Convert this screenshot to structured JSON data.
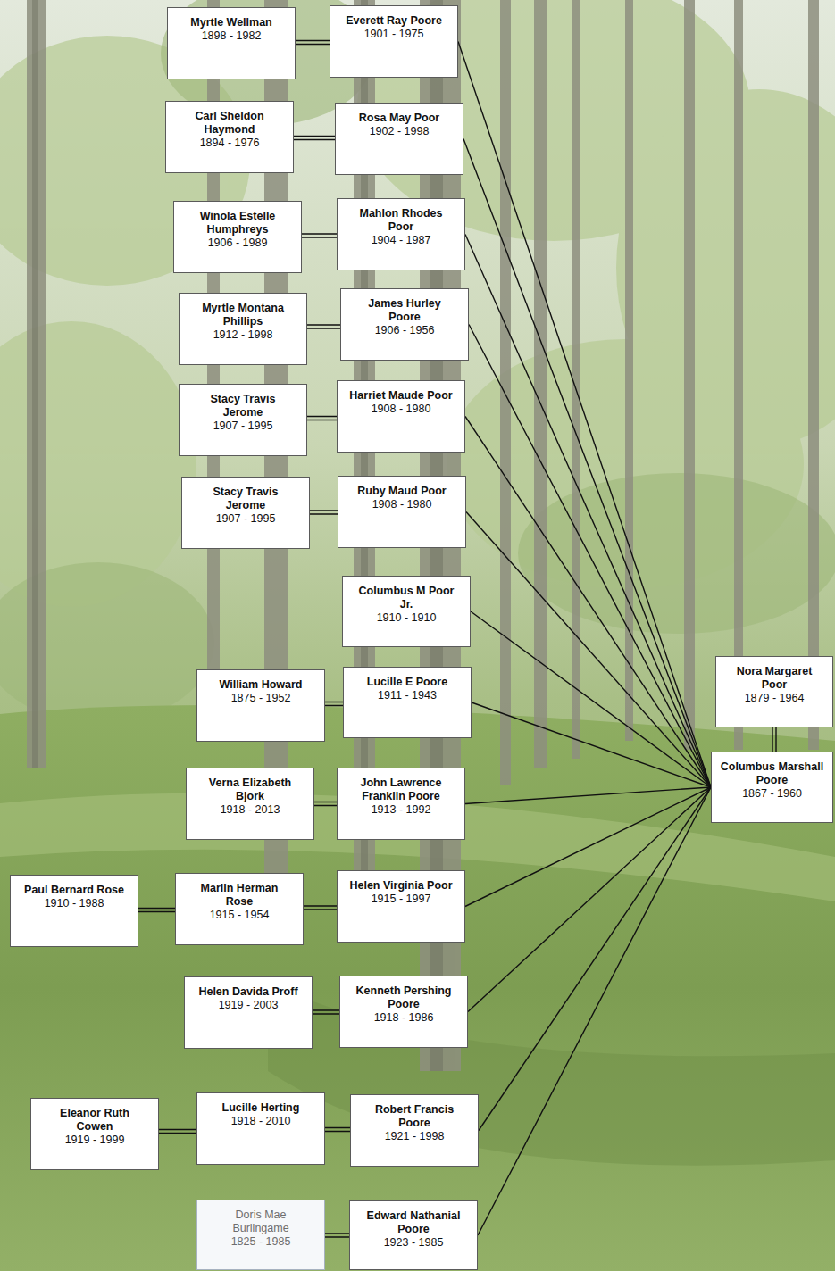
{
  "diagram": {
    "nodes": [
      {
        "text": [
          "Myrtle Wellman",
          "1898 - 1982"
        ]
      },
      {
        "text": [
          "Everett Ray Poore",
          "1901 - 1975"
        ]
      },
      {
        "text": [
          "Carl Sheldon Haymond",
          "1894 - 1976"
        ]
      },
      {
        "text": [
          "Rosa May Poor",
          "1902 - 1998"
        ]
      },
      {
        "text": [
          "Winola Estelle Humphreys",
          "1906 - 1989"
        ]
      },
      {
        "text": [
          "Mahlon Rhodes Poor",
          "1904 - 1987"
        ]
      },
      {
        "text": [
          "Myrtle Montana Phillips",
          "1912 - 1998"
        ]
      },
      {
        "text": [
          "James Hurley Poore",
          "1906 - 1956"
        ]
      },
      {
        "text": [
          "Stacy Travis Jerome",
          "1907 - 1995"
        ]
      },
      {
        "text": [
          "Harriet Maude Poor",
          "1908 - 1980"
        ]
      },
      {
        "text": [
          "Stacy Travis Jerome",
          "1907 - 1995"
        ]
      },
      {
        "text": [
          "Ruby Maud Poor",
          "1908 - 1980"
        ]
      },
      {
        "text": [
          "Columbus M Poor Jr.",
          "1910 - 1910"
        ]
      },
      {
        "text": [
          "William Howard",
          "1875 - 1952"
        ]
      },
      {
        "text": [
          "Lucille E Poore",
          "1911 - 1943"
        ]
      },
      {
        "text": [
          "Verna Elizabeth Bjork",
          "1918 - 2013"
        ]
      },
      {
        "text": [
          "John Lawrence Franklin Poore",
          "1913 - 1992"
        ]
      },
      {
        "text": [
          "Paul Bernard Rose",
          "1910 - 1988"
        ]
      },
      {
        "text": [
          "Marlin Herman Rose",
          "1915 - 1954"
        ]
      },
      {
        "text": [
          "Helen Virginia Poor",
          "1915 - 1997"
        ]
      },
      {
        "text": [
          "Helen Davida Proff",
          "1919 - 2003"
        ]
      },
      {
        "text": [
          "Kenneth Pershing Poore",
          "1918 - 1986"
        ]
      },
      {
        "text": [
          "Eleanor Ruth Cowen",
          "1919 - 1999"
        ]
      },
      {
        "text": [
          "Lucille Herting",
          "1918 - 2010"
        ]
      },
      {
        "text": [
          "Robert Francis Poore",
          "1921 - 1998"
        ]
      },
      {
        "text": [
          "Doris Mae Burlingame",
          "1825 - 1985"
        ]
      },
      {
        "text": [
          "Edward Nathanial Poore",
          "1923 - 1985"
        ]
      },
      {
        "text": [
          "Nora Margaret Poor",
          "1879 - 1964"
        ]
      },
      {
        "text": [
          "Columbus Marshall Poore",
          "1867 - 1960"
        ]
      }
    ],
    "edges": [
      {
        "from": 0,
        "to": 1,
        "arrow": "none"
      },
      {
        "from": 2,
        "to": 3,
        "arrow": "none"
      },
      {
        "from": 4,
        "to": 5,
        "arrow": "none"
      },
      {
        "from": 6,
        "to": 7,
        "arrow": "none"
      },
      {
        "from": 8,
        "to": 9,
        "arrow": "none"
      },
      {
        "from": 10,
        "to": 11,
        "arrow": "none"
      },
      {
        "from": 13,
        "to": 14,
        "arrow": "none"
      },
      {
        "from": 15,
        "to": 16,
        "arrow": "none"
      },
      {
        "from": 17,
        "to": 18,
        "arrow": "none"
      },
      {
        "from": 18,
        "to": 19,
        "arrow": "none"
      },
      {
        "from": 20,
        "to": 21,
        "arrow": "none"
      },
      {
        "from": 22,
        "to": 23,
        "arrow": "none"
      },
      {
        "from": 23,
        "to": 24,
        "arrow": "none"
      },
      {
        "from": 25,
        "to": 26,
        "arrow": "none"
      },
      {
        "from": 27,
        "to": 28,
        "arrow": "none"
      },
      {
        "from": 28,
        "to": 1,
        "arrow": "none"
      },
      {
        "from": 28,
        "to": 3,
        "arrow": "none"
      },
      {
        "from": 28,
        "to": 5,
        "arrow": "none"
      },
      {
        "from": 28,
        "to": 7,
        "arrow": "none"
      },
      {
        "from": 28,
        "to": 9,
        "arrow": "none"
      },
      {
        "from": 28,
        "to": 11,
        "arrow": "none"
      },
      {
        "from": 28,
        "to": 12,
        "arrow": "none"
      },
      {
        "from": 28,
        "to": 14,
        "arrow": "none"
      },
      {
        "from": 28,
        "to": 16,
        "arrow": "none"
      },
      {
        "from": 28,
        "to": 19,
        "arrow": "none"
      },
      {
        "from": 28,
        "to": 21,
        "arrow": "none"
      },
      {
        "from": 28,
        "to": 24,
        "arrow": "none"
      },
      {
        "from": 28,
        "to": 26,
        "arrow": "none"
      }
    ]
  }
}
